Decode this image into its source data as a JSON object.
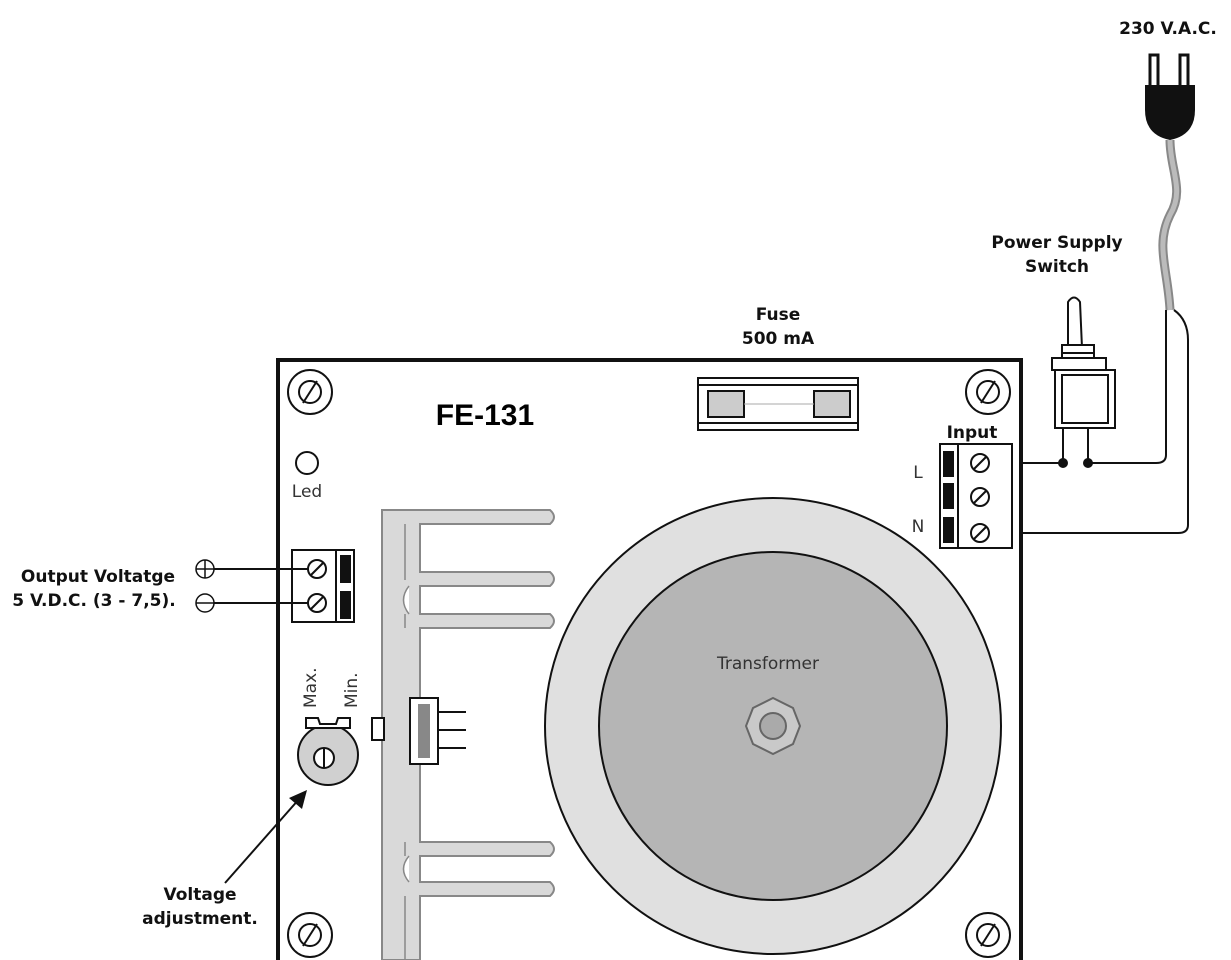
{
  "board": {
    "model": "FE-131"
  },
  "labels": {
    "mains": "230 V.A.C.",
    "switch_line1": "Power Supply",
    "switch_line2": "Switch",
    "fuse_line1": "Fuse",
    "fuse_line2": "500 mA",
    "input": "Input",
    "live": "L",
    "neutral": "N",
    "led": "Led",
    "output_line1": "Output Voltatge",
    "output_line2": "5 V.D.C. (3 - 7,5).",
    "pot_max": "Max.",
    "pot_min": "Min.",
    "adjust_line1": "Voltage",
    "adjust_line2": "adjustment.",
    "transformer": "Transformer"
  },
  "icons": [
    "plug-icon",
    "toggle-switch-icon",
    "fuse-icon",
    "screw-terminal-icon",
    "mounting-hole-icon",
    "led-icon",
    "potentiometer-icon",
    "heatsink-icon",
    "transformer-icon",
    "plus-icon",
    "minus-icon",
    "arrow-icon"
  ],
  "colors": {
    "ink": "#111111",
    "heatsink": "#d9d9d9",
    "transformer_outer": "#e0e0e0",
    "transformer_inner": "#b5b5b5"
  }
}
